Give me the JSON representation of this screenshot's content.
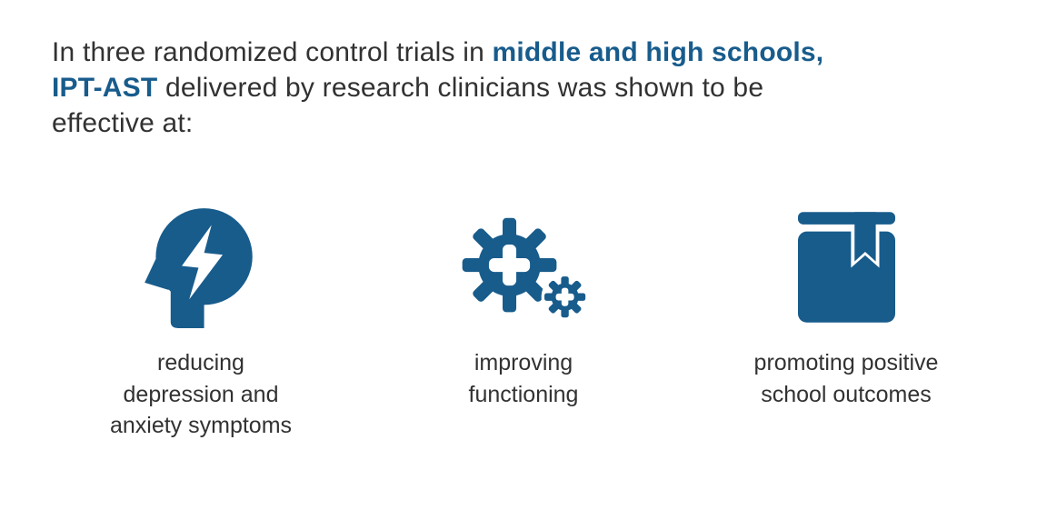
{
  "colors": {
    "accent": "#185c8c",
    "text": "#323232",
    "background": "#ffffff"
  },
  "heading": {
    "part1": "In three randomized control trials in ",
    "highlight": "middle and high schools, IPT-AST",
    "part2": " delivered by research clinicians was shown to be effective at:"
  },
  "items": [
    {
      "icon": "head-lightning-icon",
      "caption": "reducing depression and anxiety symptoms"
    },
    {
      "icon": "gears-medical-icon",
      "caption": "improving functioning"
    },
    {
      "icon": "book-bookmark-icon",
      "caption": "promoting positive school outcomes"
    }
  ]
}
